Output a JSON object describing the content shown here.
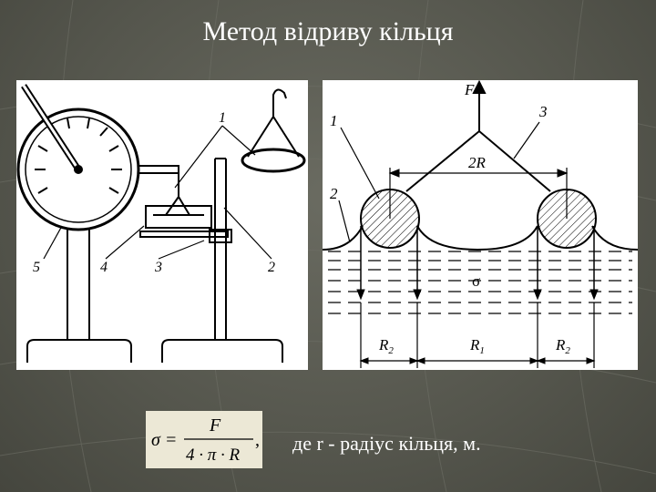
{
  "slide": {
    "title": "Метод відриву кільця",
    "caption": "де r - радіус кільця, м."
  },
  "left_figure": {
    "labels": [
      "1",
      "5",
      "4",
      "3",
      "2"
    ]
  },
  "right_figure": {
    "labels": {
      "force": "F",
      "n1": "1",
      "n2": "2",
      "n3": "3",
      "diameter": "2R",
      "sigma": "σ",
      "r2_left": "R",
      "r2_left_sub": "2",
      "r1": "R",
      "r1_sub": "1",
      "r2_right": "R",
      "r2_right_sub": "2"
    }
  },
  "formula": {
    "lhs": "σ =",
    "numerator": "F",
    "denominator": "4 · π · R",
    "trail": ","
  }
}
